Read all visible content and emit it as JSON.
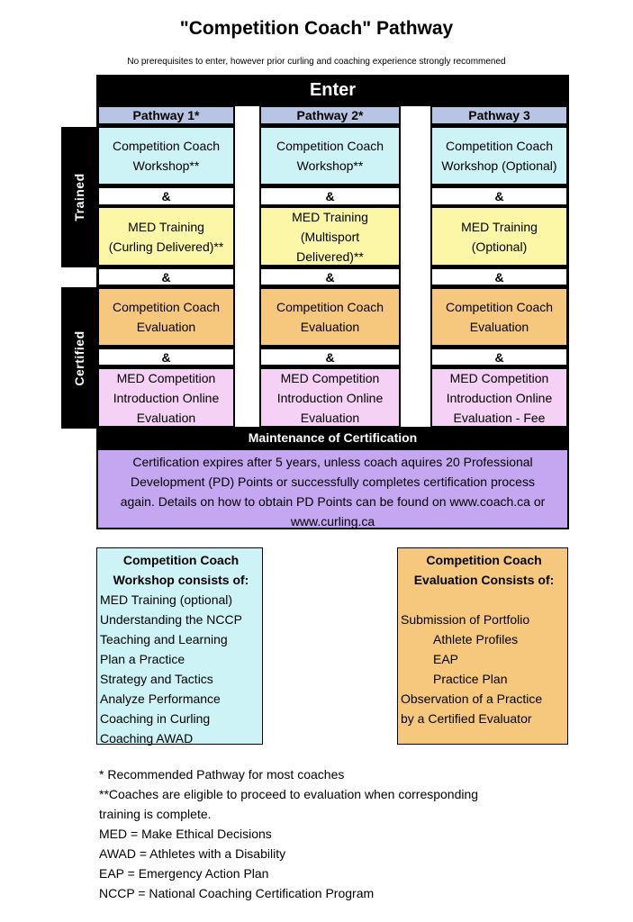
{
  "title": "\"Competition Coach\"  Pathway",
  "subtitle": "No prerequisites to enter, however prior curling and coaching experience strongly recommened",
  "enter_label": "Enter",
  "side_labels": {
    "trained": "Trained",
    "certified": "Certified"
  },
  "amp": "&",
  "pathways": [
    {
      "header": "Pathway 1*",
      "workshop": [
        "Competition Coach",
        "Workshop**"
      ],
      "med_training": [
        "MED Training",
        "(Curling Delivered)**"
      ],
      "evaluation": [
        "Competition Coach",
        "Evaluation"
      ],
      "med_online": [
        "MED Competition",
        "Introduction Online",
        "Evaluation"
      ]
    },
    {
      "header": "Pathway 2*",
      "workshop": [
        "Competition Coach",
        "Workshop**"
      ],
      "med_training": [
        "MED Training",
        "(Multisport",
        "Delivered)**"
      ],
      "evaluation": [
        "Competition Coach",
        "Evaluation"
      ],
      "med_online": [
        "MED Competition",
        "Introduction Online",
        "Evaluation"
      ]
    },
    {
      "header": "Pathway 3",
      "workshop": [
        "Competition Coach",
        "Workshop (Optional)"
      ],
      "med_training": [
        "MED Training",
        "(Optional)"
      ],
      "evaluation": [
        "Competition Coach",
        "Evaluation"
      ],
      "med_online": [
        "MED Competition",
        "Introduction Online",
        "Evaluation - Fee"
      ]
    }
  ],
  "maintenance": {
    "title": "Maintenance of Certification",
    "lines": [
      "Certification expires after 5 years, unless coach aquires 20 Professional",
      "Development (PD) Points or successfully completes certification process",
      "again.  Details on how to obtain PD Points can be found on www.coach.ca or",
      "www.curling.ca"
    ]
  },
  "workshop_box": {
    "heading": [
      "Competition Coach",
      "Workshop consists of:"
    ],
    "items": [
      "MED Training (optional)",
      "Understanding the NCCP",
      "Teaching and Learning",
      "Plan a Practice",
      "Strategy and Tactics",
      "Analyze Performance",
      "Coaching in Curling",
      "Coaching AWAD"
    ]
  },
  "evaluation_box": {
    "heading": [
      "Competition Coach",
      "Evaluation Consists of:"
    ],
    "items": [
      {
        "text": "Submission of Portfolio",
        "indent": false
      },
      {
        "text": "Athlete Profiles",
        "indent": true
      },
      {
        "text": "EAP",
        "indent": true
      },
      {
        "text": "Practice Plan",
        "indent": true
      },
      {
        "text": "Observation of a Practice",
        "indent": false
      },
      {
        "text": "by a Certified Evaluator",
        "indent": false
      }
    ]
  },
  "footnotes": [
    "* Recommended Pathway for most coaches",
    "**Coaches are eligible to proceed to evaluation when corresponding",
    "training is complete.",
    "MED = Make Ethical Decisions",
    "AWAD = Athletes with a Disability",
    "EAP = Emergency Action Plan",
    "NCCP = National Coaching Certification Program"
  ],
  "colors": {
    "header": "#b8c4e4",
    "workshop": "#cdf3f7",
    "med_training": "#fbf7a6",
    "evaluation": "#f6c87e",
    "med_online": "#f6d1f6",
    "maintenance": "#c4a6f1",
    "workshop_box": "#cdf3f7",
    "evaluation_box": "#f6c87e"
  }
}
